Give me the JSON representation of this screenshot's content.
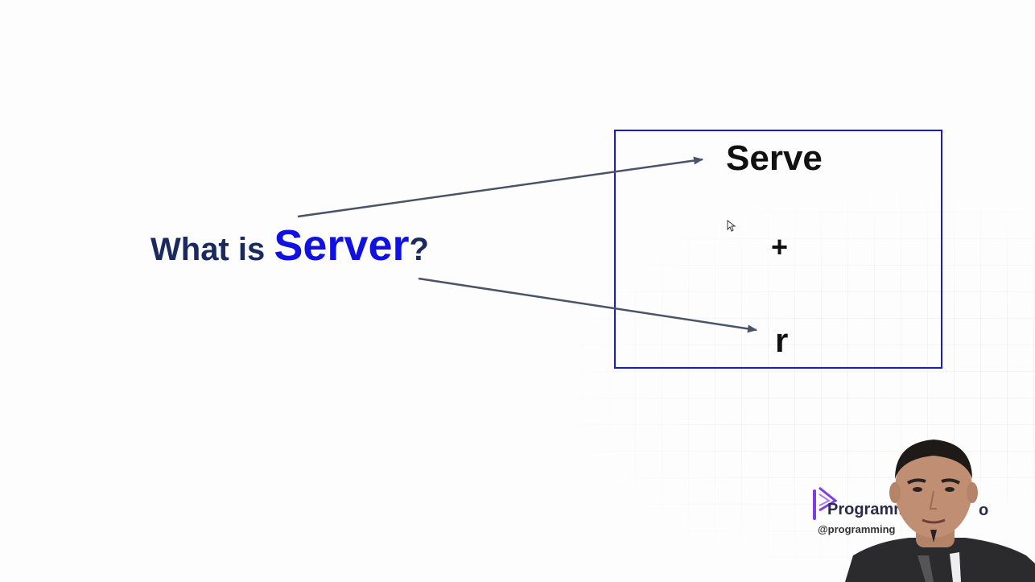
{
  "question": {
    "prefix": "What is ",
    "keyword": "Server",
    "suffix": "?"
  },
  "breakdown": {
    "part1": "Serve",
    "operator": "+",
    "part2": "r"
  },
  "brand": {
    "name": "Programm",
    "name_tail": "o",
    "handle": "@programming"
  },
  "colors": {
    "question_text": "#1b2a5e",
    "keyword": "#1010e0",
    "box_border": "#1a1ac8",
    "arrow": "#4a5468",
    "brand_accent": "#7b3fe4"
  },
  "icons": {
    "cursor": "mouse-pointer-icon",
    "logo": "programming-logo-icon"
  }
}
